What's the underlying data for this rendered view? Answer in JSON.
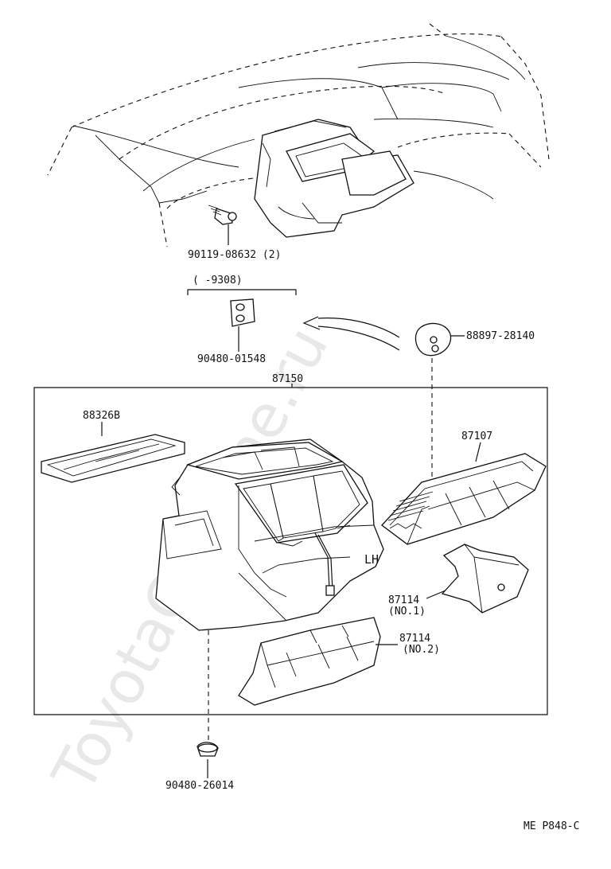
{
  "watermark": "ToyotaCarMine.ru",
  "labels": {
    "bolt": "90119-08632 (2)",
    "range": "(    -9308)",
    "seal_plate": "90480-01548",
    "hole_seal": "88897-28140",
    "unit": "87150",
    "insulator": "88326B",
    "filter": "87107",
    "cover1_num": "87114",
    "cover1_sub": "(NO.1)",
    "cover2_num": "87114",
    "cover2_sub": "(NO.2)",
    "grommet": "90480-26014",
    "lh": "LH",
    "page_code": "ME P848-C"
  }
}
